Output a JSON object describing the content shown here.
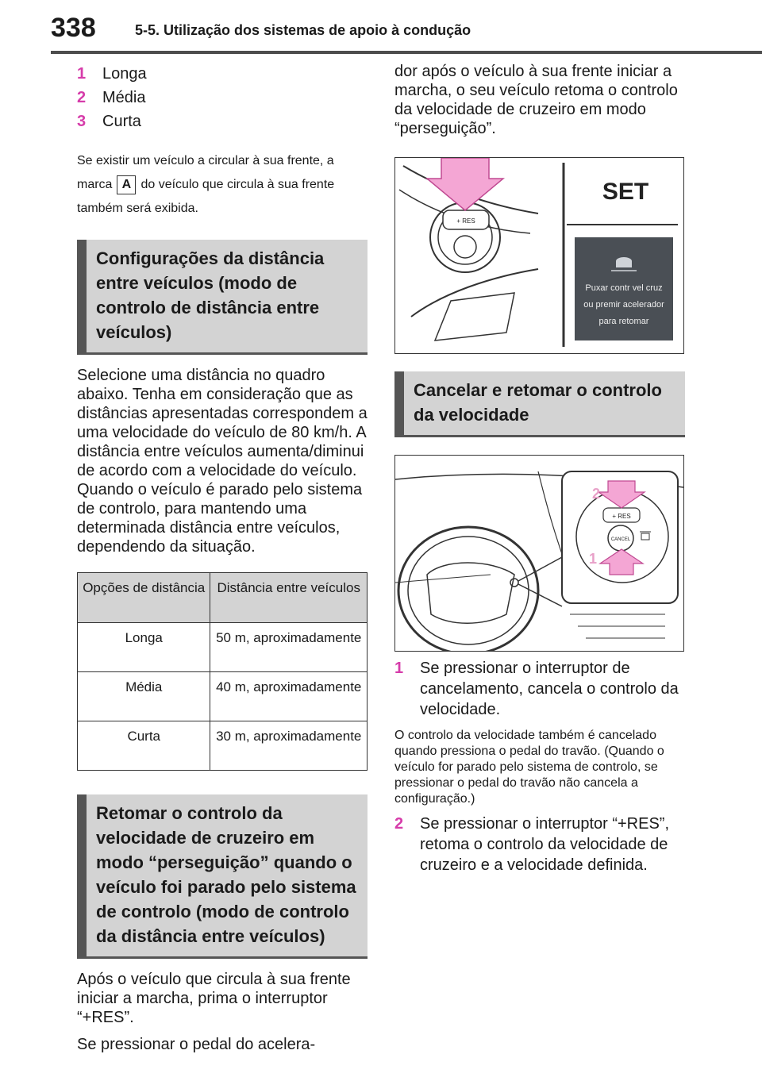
{
  "header": {
    "page_number": "338",
    "section": "5-5. Utilização dos sistemas de apoio à condução"
  },
  "distance_list": [
    {
      "num": "1",
      "label": "Longa"
    },
    {
      "num": "2",
      "label": "Média"
    },
    {
      "num": "3",
      "label": "Curta"
    }
  ],
  "marker_note": {
    "before": "Se existir um veículo a circular à sua frente, a marca",
    "marker": "A",
    "after": "do veículo que circula à sua frente também será exibida."
  },
  "heading_distance": "Configurações da distância entre veículos (modo de controlo de distância entre veículos)",
  "distance_text": "Selecione uma distância no quadro abaixo. Tenha em consideração que as distâncias apresentadas correspondem a uma velocidade do veículo de 80 km/h. A distância entre veículos aumenta/diminui de acordo com a velocidade do veículo. Quando o veículo é parado pelo sistema de controlo, para mantendo uma determinada distância entre veículos, dependendo da situação.",
  "table": {
    "headers": [
      "Opções de distância",
      "Distância entre veículos"
    ],
    "rows": [
      [
        "Longa",
        "50 m, aproximadamente"
      ],
      [
        "Média",
        "40 m, aproximadamente"
      ],
      [
        "Curta",
        "30 m, aproximadamente"
      ]
    ]
  },
  "heading_resume": "Retomar o controlo da velocidade de cruzeiro em modo “perseguição” quando o veículo foi parado pelo sistema de controlo (modo de controlo da distância entre veículos)",
  "resume_text_1": "Após o veículo que circula à sua frente iniciar a marcha, prima o interruptor “+RES”.",
  "resume_text_2": "Se pressionar o pedal do acelerador após o veículo à sua frente iniciar a marcha, o seu veículo retoma o controlo da velocidade de cruzeiro em modo “perseguição”.",
  "figure1": {
    "res_label": "+ RES",
    "display_title": "SET",
    "display_message": [
      "Puxar contr vel cruz",
      "ou premir acelerador",
      "para retomar"
    ]
  },
  "heading_cancel": "Cancelar e retomar o controlo da velocidade",
  "figure2": {
    "res_label": "+ RES",
    "cancel_label": "CANCEL",
    "callout_2": "2",
    "callout_1": "1"
  },
  "cancel_steps": [
    {
      "num": "1",
      "text": "Se pressionar o interruptor de cancelamento, cancela o controlo da velocidade."
    },
    {
      "num": "2",
      "text": "Se pressionar o interruptor “+RES”, retoma o controlo da velocidade de cruzeiro e a velocidade definida."
    }
  ],
  "cancel_note": "O controlo da velocidade também é cancelado quando pressiona o pedal do travão. (Quando o veículo for parado pelo sistema de controlo, se pressionar o pedal do travão não cancela a configuração.)",
  "colors": {
    "accent": "#d63caa",
    "heading_bg": "#d3d3d3",
    "heading_bar": "#555555",
    "arrow": "#f4a6d4"
  }
}
